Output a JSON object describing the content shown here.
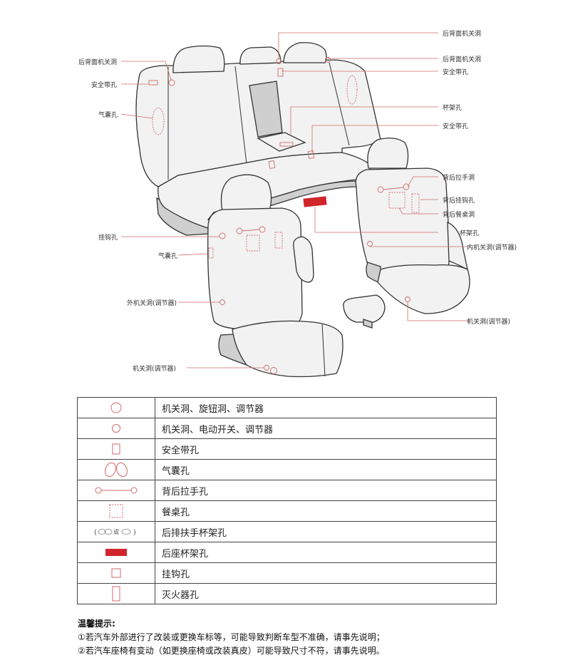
{
  "diagram": {
    "labels": {
      "top_back_panel_hole": "后背面机关洞",
      "left_back_panel_hole": "后背面机关洞",
      "right_back_panel_hole": "后背面机关洞",
      "left_seatbelt": "安全带孔",
      "right_seatbelt_upper": "安全带孔",
      "center_seatbelt": "安全带孔",
      "left_airbag": "气囊孔",
      "cup_holder": "杯架孔",
      "back_handle_hole": "背后拉手洞",
      "back_hook_hole": "背后挂钩孔",
      "back_table_hole": "背后餐桌洞",
      "front_cup_hole": "杯架孔",
      "inner_switch_hole": "内机关洞(调节器)",
      "hook_hole": "挂钩孔",
      "front_airbag": "气囊孔",
      "outer_switch_hole": "外机关洞(调节器)",
      "right_switch_hole": "机关洞(调节器)",
      "bottom_switch_hole": "机关洞(调节器)"
    }
  },
  "legend": [
    {
      "icon": "circle-large-icon",
      "text": "机关洞、旋钮洞、调节器"
    },
    {
      "icon": "circle-small-icon",
      "text": "机关洞、电动开关、调节器"
    },
    {
      "icon": "seatbelt-rect-icon",
      "text": "安全带孔"
    },
    {
      "icon": "airbag-ovals-icon",
      "text": "气囊孔"
    },
    {
      "icon": "handle-dumbbell-icon",
      "text": "背后拉手孔"
    },
    {
      "icon": "table-rect-icon",
      "text": "餐桌孔"
    },
    {
      "icon": "armrest-cups-icon",
      "icon_text": "或",
      "text": "后排扶手杯架孔"
    },
    {
      "icon": "red-bar-icon",
      "text": "后座杯架孔"
    },
    {
      "icon": "hook-square-icon",
      "text": "挂钩孔"
    },
    {
      "icon": "extinguisher-rect-icon",
      "text": "灭火器孔"
    }
  ],
  "colors": {
    "accent_red": "#d0252b",
    "hole_red": "#d36a6a"
  },
  "notes": {
    "title": "温馨提示:",
    "line1": "①若汽车外部进行了改装或更换车标等，可能导致判断车型不准确，请事先说明；",
    "line2": "②若汽车座椅有变动（如更换座椅或改装真皮）可能导致尺寸不符，请事先说明。"
  }
}
